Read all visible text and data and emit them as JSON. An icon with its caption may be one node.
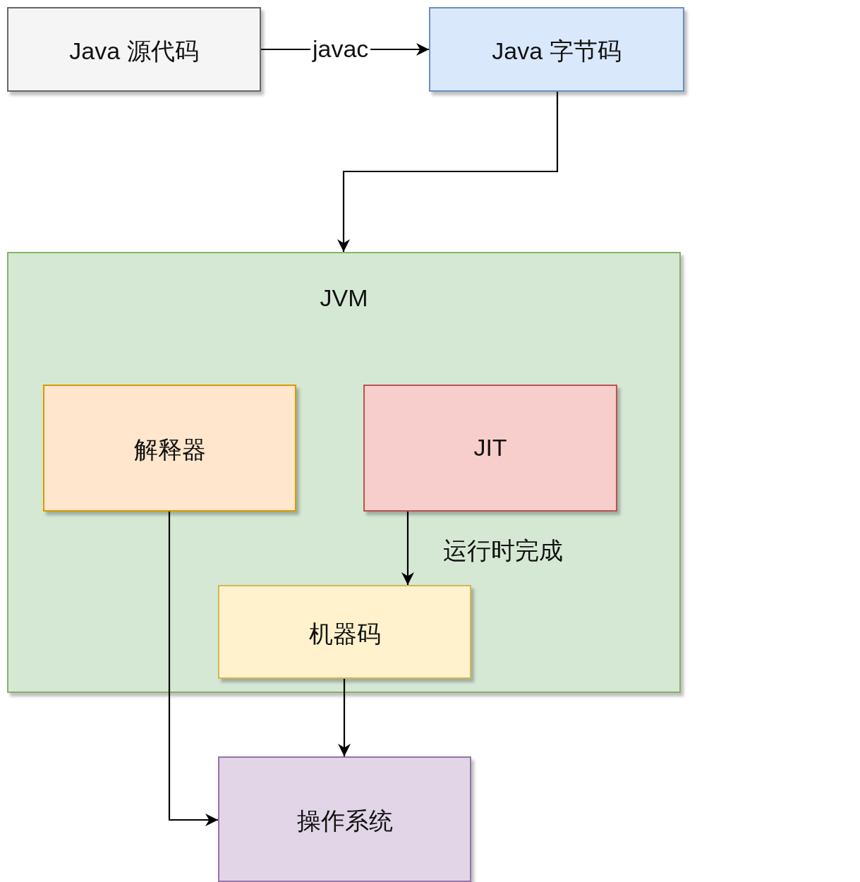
{
  "diagram": {
    "nodes": [
      {
        "text": [
          "Java 源代码"
        ]
      },
      {
        "text": [
          "Java 字节码"
        ]
      },
      {
        "text": [
          "JVM"
        ]
      },
      {
        "text": [
          "解释器"
        ],
        "in": 2
      },
      {
        "text": [
          "JIT"
        ],
        "in": 2
      },
      {
        "text": [
          "机器码"
        ],
        "in": 2
      },
      {
        "text": [
          "操作系统"
        ]
      }
    ],
    "edges": [
      {
        "from": 0,
        "to": 1,
        "arrow": "to",
        "label": "javac"
      },
      {
        "from": 1,
        "to": 2,
        "arrow": "to"
      },
      {
        "from": 4,
        "to": 5,
        "arrow": "to",
        "label": "运行时完成"
      },
      {
        "from": 3,
        "to": 6,
        "arrow": "to"
      },
      {
        "from": 5,
        "to": 6,
        "arrow": "to"
      }
    ]
  }
}
